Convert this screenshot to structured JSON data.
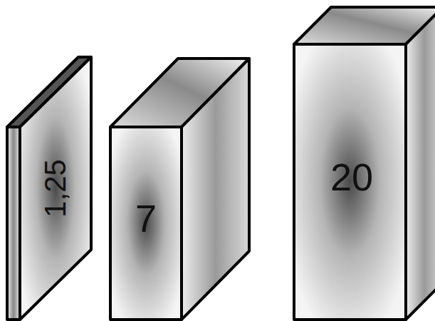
{
  "diagram": {
    "nodes": [
      {
        "text": [
          "1,25"
        ]
      },
      {
        "text": [
          "7"
        ]
      },
      {
        "text": [
          "20"
        ]
      }
    ]
  }
}
